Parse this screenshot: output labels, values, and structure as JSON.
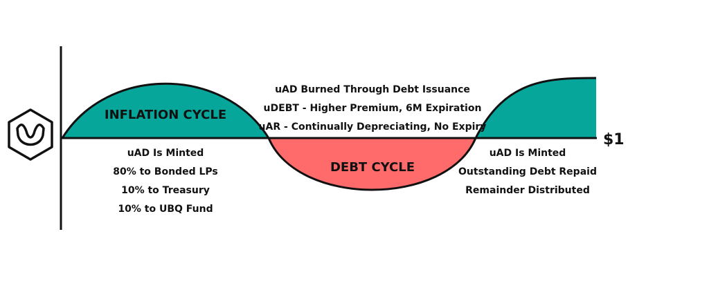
{
  "colors": {
    "inflation": "#06a69b",
    "debt": "#ff6b6b",
    "line": "#111111",
    "background": "#ffffff"
  },
  "logo": {
    "icon": "hexagon-u-logo-icon"
  },
  "peg_label": "$1",
  "inflation_cycle": {
    "title": "INFLATION CYCLE",
    "notes": [
      "uAD Is Minted",
      "80% to Bonded LPs",
      "10%  to Treasury",
      "10% to UBQ Fund"
    ]
  },
  "debt_cycle": {
    "title": "DEBT CYCLE",
    "notes": [
      "uAD Burned Through Debt Issuance",
      "uDEBT - Higher Premium, 6M Expiration",
      "uAR - Continually Depreciating, No Expiry"
    ]
  },
  "recovery": {
    "notes": [
      "uAD Is Minted",
      "Outstanding Debt Repaid",
      "Remainder Distributed"
    ]
  }
}
